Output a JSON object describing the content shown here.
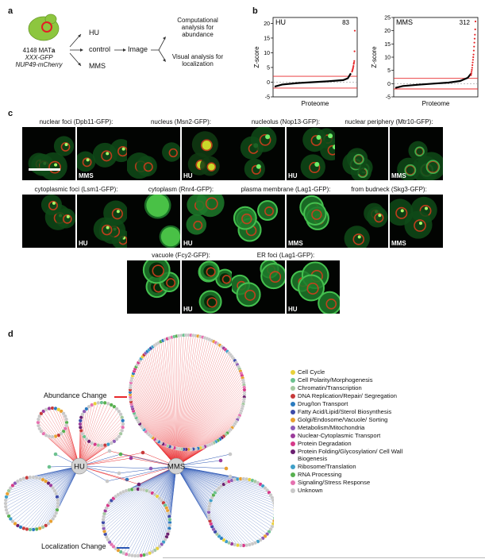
{
  "panel_a": {
    "label": "a",
    "strain_line1": "4148 MAT",
    "strain_line1_suffix": "a",
    "strain_line2": "XXX-GFP",
    "strain_line3": "NUP49-mCherry",
    "treatments": [
      "HU",
      "control",
      "MMS"
    ],
    "image_label": "Image",
    "outputs": [
      "Computational analysis for abundance",
      "Visual analysis for localization"
    ]
  },
  "panel_b": {
    "label": "b",
    "ylabel": "Z-score",
    "xlabel": "Proteome"
  },
  "chart_data": [
    {
      "type": "line",
      "title": "HU",
      "count_label": "83",
      "xlabel": "Proteome",
      "ylabel": "Z-score",
      "ylim": [
        -5,
        22
      ],
      "yticks": [
        -5,
        0,
        5,
        10,
        15,
        20
      ],
      "thresholds": [
        2,
        -2
      ],
      "outliers_y": [
        17.5,
        10.5,
        7.2,
        6.6,
        6.2,
        5.5,
        5.0,
        4.6,
        4.2,
        3.9,
        3.6
      ],
      "rank_fraction": [
        0.0,
        0.1,
        0.3,
        0.5,
        0.7,
        0.9,
        0.96,
        1.0
      ],
      "z_values": [
        -1.5,
        -0.8,
        -0.3,
        0.0,
        0.3,
        0.7,
        1.3,
        3.0
      ]
    },
    {
      "type": "line",
      "title": "MMS",
      "count_label": "312",
      "xlabel": "Proteome",
      "ylabel": "Z-score",
      "ylim": [
        -5,
        25
      ],
      "yticks": [
        -5,
        0,
        5,
        10,
        15,
        20,
        25
      ],
      "thresholds": [
        2,
        -2
      ],
      "outliers_y": [
        23.5,
        20.5,
        18.5,
        17,
        15.5,
        14,
        12.5,
        11,
        10,
        9,
        8,
        7,
        6,
        5.2,
        4.5,
        3.8,
        3.2
      ],
      "rank_fraction": [
        0.0,
        0.1,
        0.3,
        0.5,
        0.7,
        0.85,
        0.95,
        1.0
      ],
      "z_values": [
        -1.6,
        -0.9,
        -0.4,
        0.0,
        0.4,
        1.0,
        2.2,
        4.0
      ]
    }
  ],
  "panel_c": {
    "label": "c",
    "tiles": [
      {
        "title": "nuclear foci (Dpb11-GFP):",
        "cond": "MMS"
      },
      {
        "title": "nucleus (Msn2-GFP):",
        "cond": "HU"
      },
      {
        "title": "nucleolus (Nop13-GFP):",
        "cond": "HU"
      },
      {
        "title": "nuclear periphery (Mtr10-GFP):",
        "cond": "MMS"
      },
      {
        "title": "cytoplasmic foci (Lsm1-GFP):",
        "cond": "HU"
      },
      {
        "title": "cytoplasm (Rnr4-GFP):",
        "cond": "HU"
      },
      {
        "title": "plasma membrane (Lag1-GFP):",
        "cond": "MMS"
      },
      {
        "title": "from budneck (Skg3-GFP):",
        "cond": "MMS"
      },
      {
        "title": "vacuole (Fcy2-GFP):",
        "cond": "HU"
      },
      {
        "title": "ER foci (Lag1-GFP):",
        "cond": "HU"
      }
    ]
  },
  "panel_d": {
    "label": "d",
    "abundance_label": "Abundance Change",
    "localization_label": "Localization Change",
    "hub_hu": "HU",
    "hub_mms": "MMS",
    "abundance_color": "#e8282b",
    "localization_color": "#2b56b4",
    "legend": [
      {
        "label": "Cell Cycle",
        "color": "#e8d13a"
      },
      {
        "label": "Cell Polarity/Morphogenesis",
        "color": "#6cc18f"
      },
      {
        "label": "Chromatin/Transcription",
        "color": "#a4c8a0"
      },
      {
        "label": "DNA Replication/Repair/ Segregation",
        "color": "#c73a3a"
      },
      {
        "label": "Drug/Ion Transport",
        "color": "#2b7bbf"
      },
      {
        "label": "Fatty Acid/Lipid/Sterol Biosynthesis",
        "color": "#3c4aa8"
      },
      {
        "label": "Golgi/Endosome/Vacuole/ Sorting",
        "color": "#e8a030"
      },
      {
        "label": "Metabolism/Mitochondria",
        "color": "#8e5bb6"
      },
      {
        "label": "Nuclear-Cytoplasmic Transport",
        "color": "#9b3c9b"
      },
      {
        "label": "Protein Degradation",
        "color": "#d63a8a"
      },
      {
        "label": "Protein Folding/Glycosylation/ Cell Wall Biogenesis",
        "color": "#6b2070"
      },
      {
        "label": "Ribosome/Translation",
        "color": "#3fa0c8"
      },
      {
        "label": "RNA Processing",
        "color": "#58b050"
      },
      {
        "label": "Signaling/Stress Response",
        "color": "#e572b0"
      },
      {
        "label": "Unknown",
        "color": "#c8c8c8"
      }
    ]
  }
}
